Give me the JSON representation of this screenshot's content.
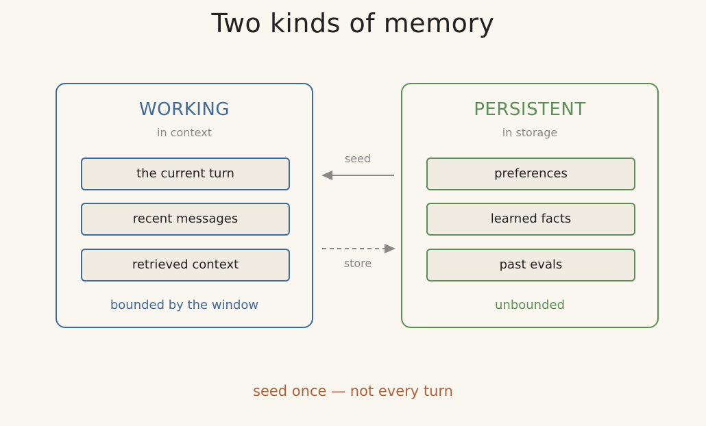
{
  "title": "Two kinds of memory",
  "working": {
    "title": "WORKING",
    "subtitle": "in context",
    "items": [
      "the current turn",
      "recent messages",
      "retrieved context"
    ],
    "footer": "bounded by the window",
    "color": "#3f6a9e"
  },
  "persistent": {
    "title": "PERSISTENT",
    "subtitle": "in storage",
    "items": [
      "preferences",
      "learned facts",
      "past evals"
    ],
    "footer": "unbounded",
    "color": "#5b8f55"
  },
  "arrows": {
    "seed_label": "seed",
    "store_label": "store"
  },
  "footer": "seed once — not every turn"
}
